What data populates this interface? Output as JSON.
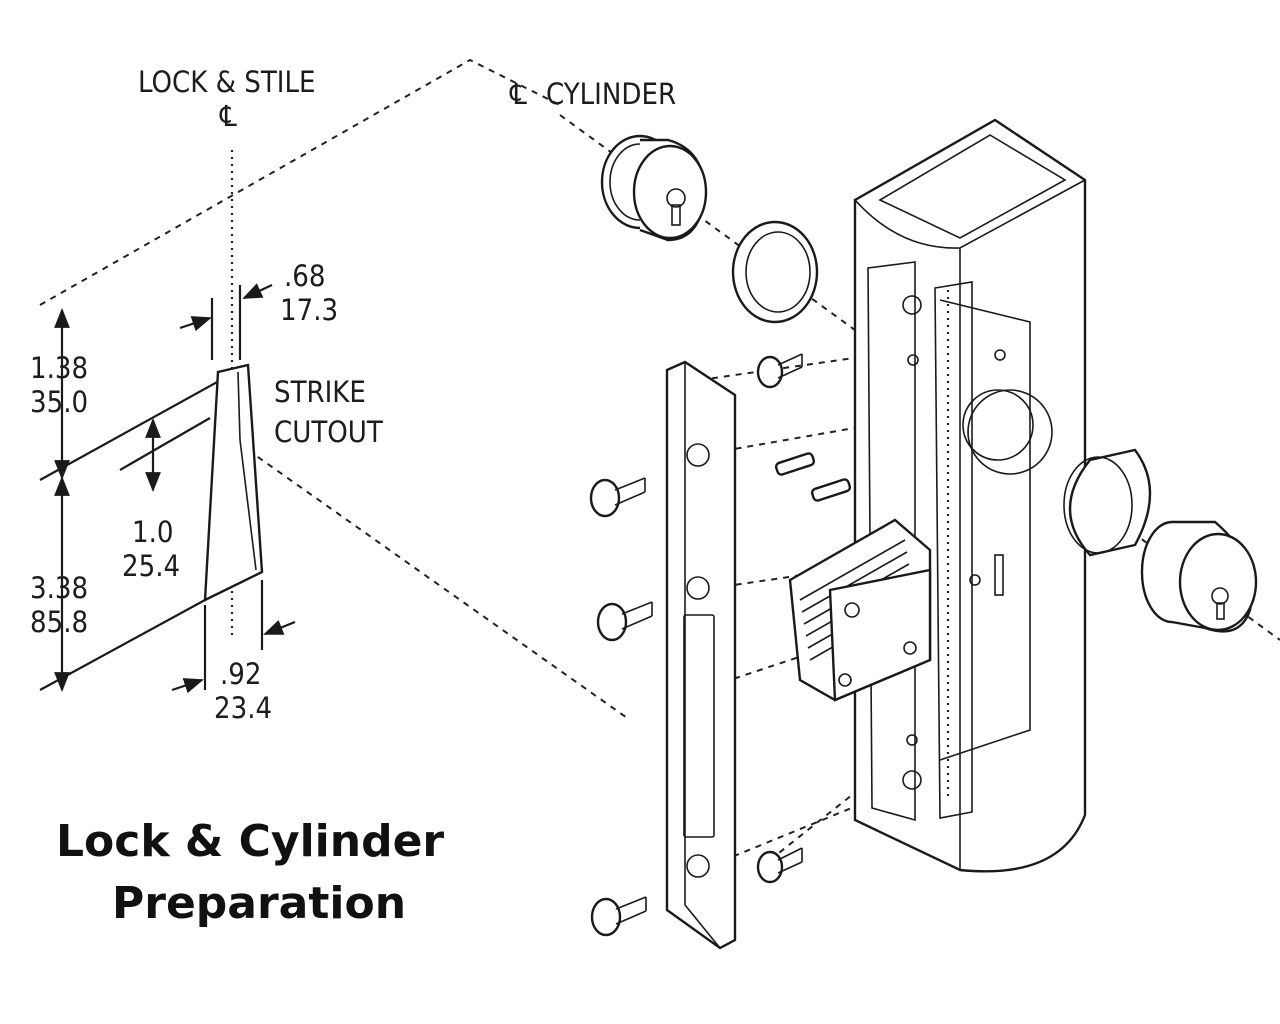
{
  "title_line1": "Lock & Cylinder",
  "title_line2": "Preparation",
  "labels": {
    "lock_stile": "LOCK & STILE",
    "cylinder": "CYLINDER",
    "centerline_symbol": "℄",
    "strike_line1": "STRIKE",
    "strike_line2": "CUTOUT"
  },
  "dimensions": {
    "top_in": "1.38",
    "top_mm": "35.0",
    "mid_in": "1.0",
    "mid_mm": "25.4",
    "bottom_in": "3.38",
    "bottom_mm": "85.8",
    "offset_in": ".68",
    "offset_mm": "17.3",
    "width_in": ".92",
    "width_mm": "23.4"
  }
}
